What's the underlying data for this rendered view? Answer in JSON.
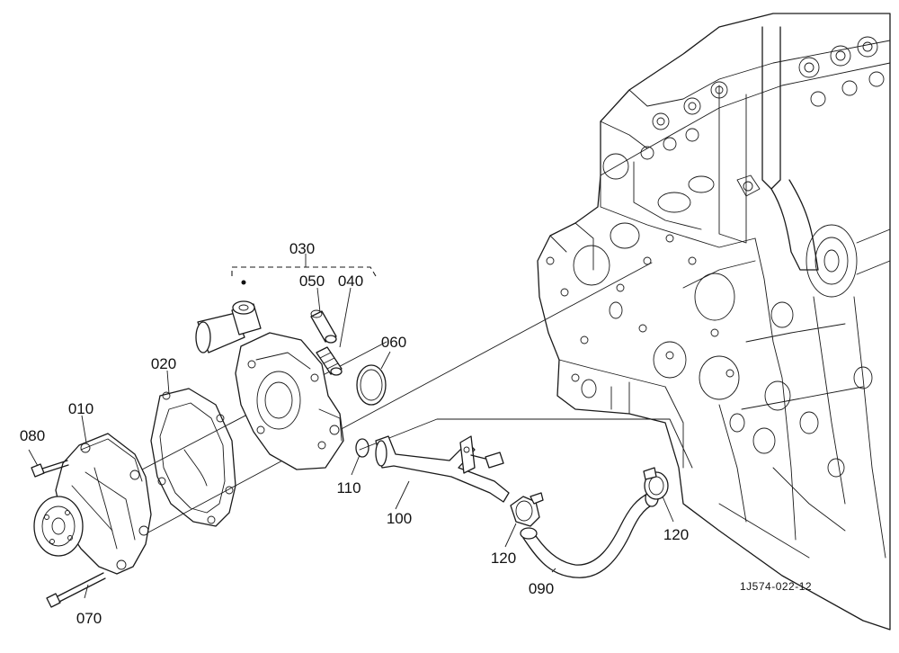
{
  "diagram": {
    "figure_code": "1J574-022-12",
    "part_labels": {
      "p010": "010",
      "p020": "020",
      "p030": "030",
      "p040": "040",
      "p050": "050",
      "p060": "060",
      "p070": "070",
      "p080": "080",
      "p090": "090",
      "p100": "100",
      "p110": "110",
      "p120a": "120",
      "p120b": "120"
    }
  }
}
